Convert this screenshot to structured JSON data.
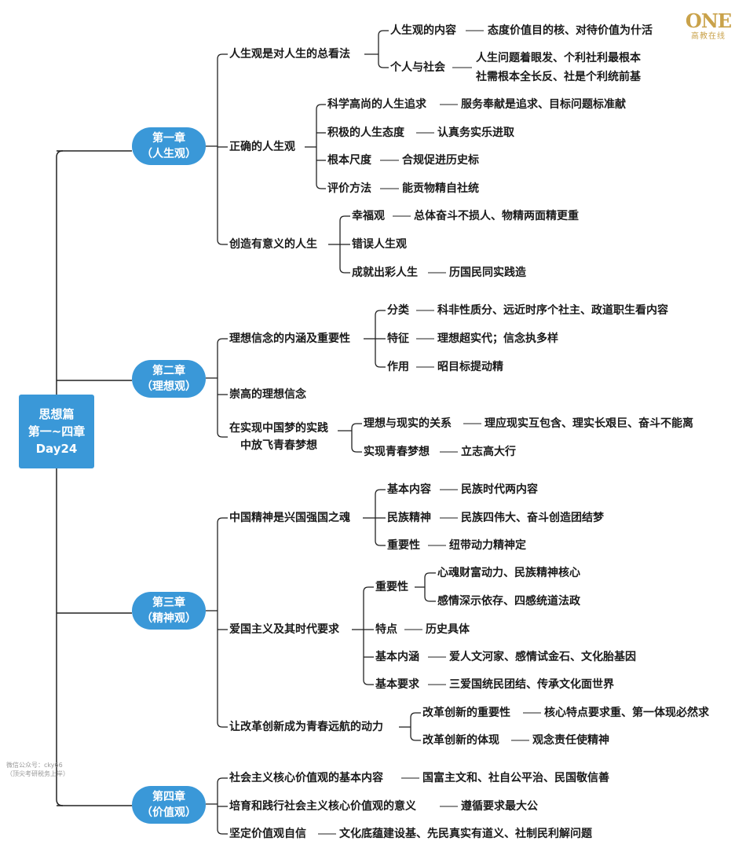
{
  "logo": {
    "main": "ONE",
    "sub": "高教在线"
  },
  "root": {
    "line1": "思想篇",
    "line2": "第一~四章",
    "line3": "Day24"
  },
  "side_note": {
    "line1": "微信公众号：cky66",
    "line2": "（顶尖考研税务上岸）"
  },
  "ch1": {
    "title": "第一章",
    "sub": "（人生观）",
    "b1": {
      "label": "人生观是对人生的总看法",
      "n1": {
        "label": "人生观的内容",
        "text": "态度价值目的核、对待价值为什活"
      },
      "n2": {
        "label": "个人与社会",
        "t1": "人生问题着眼发、个利社利最根本",
        "t2": "社需根本全长反、社是个利统前基"
      }
    },
    "b2": {
      "label": "正确的人生观",
      "n1": {
        "label": "科学高尚的人生追求",
        "text": "服务奉献是追求、目标问题标准献"
      },
      "n2": {
        "label": "积极的人生态度",
        "text": "认真务实乐进取"
      },
      "n3": {
        "label": "根本尺度",
        "text": "合规促进历史标"
      },
      "n4": {
        "label": "评价方法",
        "text": "能贡物精自社统"
      }
    },
    "b3": {
      "label": "创造有意义的人生",
      "n1": {
        "label": "幸福观",
        "text": "总体奋斗不损人、物精两面精更重"
      },
      "n2": {
        "label": "错误人生观"
      },
      "n3": {
        "label": "成就出彩人生",
        "text": "历国民同实践造"
      }
    }
  },
  "ch2": {
    "title": "第二章",
    "sub": "（理想观）",
    "b1": {
      "label": "理想信念的内涵及重要性",
      "n1": {
        "label": "分类",
        "text": "科非性质分、远近时序个社主、政道职生看内容"
      },
      "n2": {
        "label": "特征",
        "text": "理想超实代；信念执多样"
      },
      "n3": {
        "label": "作用",
        "text": "昭目标提动精"
      }
    },
    "b2": {
      "label": "崇高的理想信念"
    },
    "b3": {
      "label1": "在实现中国梦的实践",
      "label2": "中放飞青春梦想",
      "n1": {
        "label": "理想与现实的关系",
        "text": "理应现实互包含、理实长艰巨、奋斗不能离"
      },
      "n2": {
        "label": "实现青春梦想",
        "text": "立志高大行"
      }
    }
  },
  "ch3": {
    "title": "第三章",
    "sub": "（精神观）",
    "b1": {
      "label": "中国精神是兴国强国之魂",
      "n1": {
        "label": "基本内容",
        "text": "民族时代两内容"
      },
      "n2": {
        "label": "民族精神",
        "text": "民族四伟大、奋斗创造团结梦"
      },
      "n3": {
        "label": "重要性",
        "text": "纽带动力精神定"
      }
    },
    "b2": {
      "label": "爱国主义及其时代要求",
      "n1": {
        "label": "重要性",
        "t1": "心魂财富动力、民族精神核心",
        "t2": "感情深示依存、四感统道法政"
      },
      "n2": {
        "label": "特点",
        "text": "历史具体"
      },
      "n3": {
        "label": "基本内涵",
        "text": "爱人文河家、感情试金石、文化胎基因"
      },
      "n4": {
        "label": "基本要求",
        "text": "三爱国统民团结、传承文化面世界"
      }
    },
    "b3": {
      "label": "让改革创新成为青春远航的动力",
      "n1": {
        "label": "改革创新的重要性",
        "text": "核心特点要求重、第一体现必然求"
      },
      "n2": {
        "label": "改革创新的体现",
        "text": "观念责任使精神"
      }
    }
  },
  "ch4": {
    "title": "第四章",
    "sub": "（价值观）",
    "b1": {
      "label": "社会主义核心价值观的基本内容",
      "text": "国富主文和、社自公平治、民国敬信善"
    },
    "b2": {
      "label": "培育和践行社会主义核心价值观的意义",
      "text": "遵循要求最大公"
    },
    "b3": {
      "label": "坚定价值观自信",
      "text": "文化底蕴建设基、先民真实有道义、社制民利解问题"
    }
  },
  "colors": {
    "box": "#3a98d8",
    "line": "#222222",
    "logo": "#c9a24a"
  }
}
